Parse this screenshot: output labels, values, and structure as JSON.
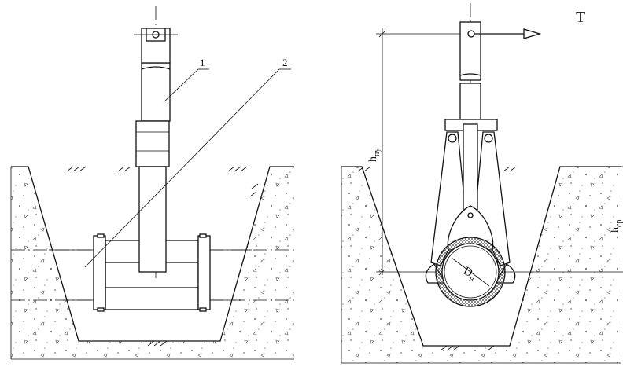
{
  "labels": {
    "callout_1": "1",
    "callout_2": "2",
    "force": "T",
    "h_pu_main": "h",
    "h_pu_sub": "пу",
    "h_sr_main": "h",
    "h_sr_sub": "ср",
    "diameter_main": "D",
    "diameter_sub": "н"
  },
  "colors": {
    "line": "#111111",
    "background": "#ffffff",
    "soil_speckle": "#555555"
  }
}
